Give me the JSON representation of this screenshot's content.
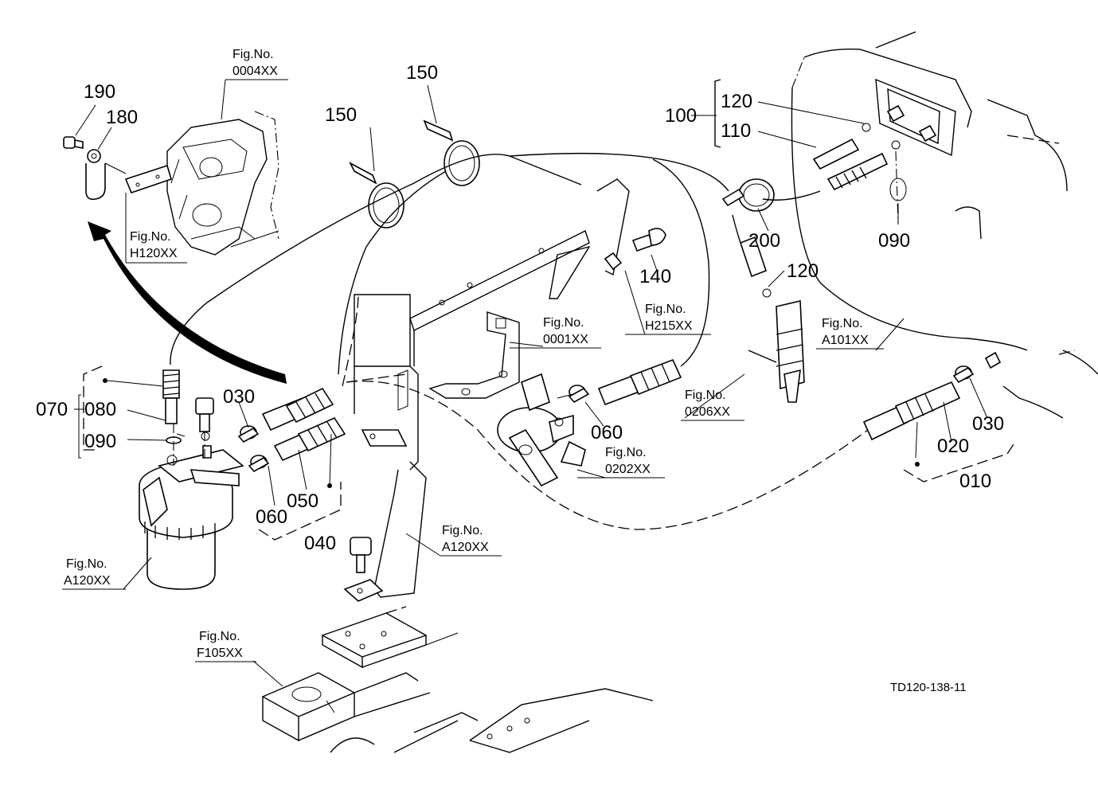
{
  "parts": {
    "p010": "010",
    "p020": "020",
    "p030a": "030",
    "p030b": "030",
    "p040": "040",
    "p050": "050",
    "p060a": "060",
    "p060b": "060",
    "p070": "070",
    "p080": "080",
    "p090a": "090",
    "p090b": "090",
    "p100": "100",
    "p110": "110",
    "p120a": "120",
    "p120b": "120",
    "p140": "140",
    "p150a": "150",
    "p150b": "150",
    "p180": "180",
    "p190": "190",
    "p200": "200"
  },
  "fig_refs": {
    "f0004": {
      "label": "Fig.No.",
      "number": "0004XX"
    },
    "fH120": {
      "label": "Fig.No.",
      "number": "H120XX"
    },
    "f0001": {
      "label": "Fig.No.",
      "number": "0001XX"
    },
    "fH215": {
      "label": "Fig.No.",
      "number": "H215XX"
    },
    "f0206": {
      "label": "Fig.No.",
      "number": "0206XX"
    },
    "fA101": {
      "label": "Fig.No.",
      "number": "A101XX"
    },
    "f0202": {
      "label": "Fig.No.",
      "number": "0202XX"
    },
    "fA120a": {
      "label": "Fig.No.",
      "number": "A120XX"
    },
    "fA120b": {
      "label": "Fig.No.",
      "number": "A120XX"
    },
    "fF105": {
      "label": "Fig.No.",
      "number": "F105XX"
    }
  },
  "drawing_id": "TD120-138-11"
}
